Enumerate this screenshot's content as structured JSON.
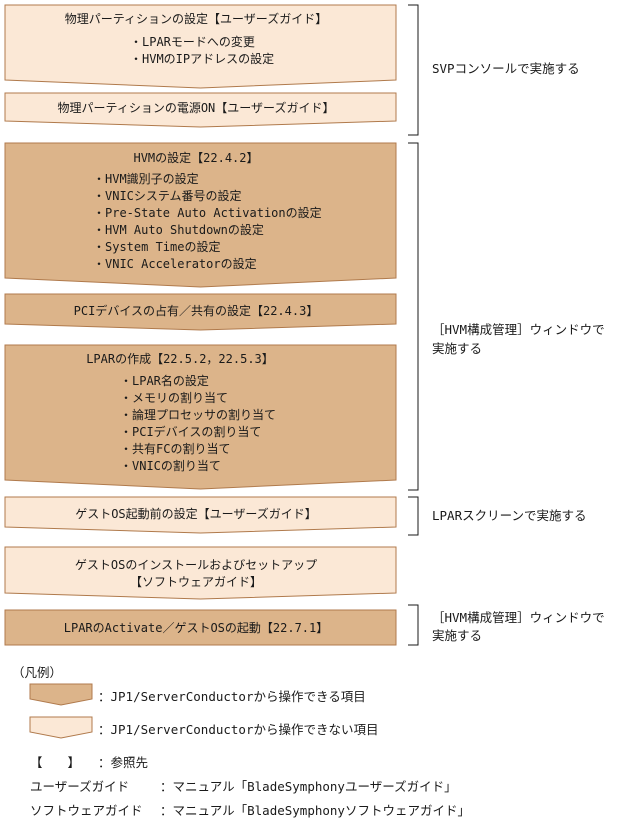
{
  "colors": {
    "dark_fill": "#dcb48a",
    "light_fill": "#fbe8d6",
    "stroke": "#b07a4c"
  },
  "steps": [
    {
      "lines": [
        "物理パーティションの設定【ユーザーズガイド】"
      ],
      "bullets": [
        "・LPARモードへの変更",
        "・HVMのIPアドレスの設定"
      ],
      "shade": "light"
    },
    {
      "lines": [
        "物理パーティションの電源ON【ユーザーズガイド】"
      ],
      "bullets": [],
      "shade": "light"
    },
    {
      "lines": [
        "HVMの設定【22.4.2】"
      ],
      "bullets": [
        "・HVM識別子の設定",
        "・VNICシステム番号の設定",
        "・Pre-State Auto Activationの設定",
        "・HVM Auto Shutdownの設定",
        "・System Timeの設定",
        "・VNIC Acceleratorの設定"
      ],
      "shade": "dark"
    },
    {
      "lines": [
        "PCIデバイスの占有／共有の設定【22.4.3】"
      ],
      "bullets": [],
      "shade": "dark"
    },
    {
      "lines": [
        "LPARの作成【22.5.2，22.5.3】"
      ],
      "bullets": [
        "・LPAR名の設定",
        "・メモリの割り当て",
        "・論理プロセッサの割り当て",
        "・PCIデバイスの割り当て",
        "・共有FCの割り当て",
        "・VNICの割り当て"
      ],
      "shade": "dark"
    },
    {
      "lines": [
        "ゲストOS起動前の設定【ユーザーズガイド】"
      ],
      "bullets": [],
      "shade": "light"
    },
    {
      "lines": [
        "ゲストOSのインストールおよびセットアップ",
        "【ソフトウェアガイド】"
      ],
      "bullets": [],
      "shade": "light"
    },
    {
      "lines": [
        "LPARのActivate／ゲストOSの起動【22.7.1】"
      ],
      "bullets": [],
      "shade": "dark"
    }
  ],
  "notes": [
    {
      "lines": [
        "SVPコンソールで実施する"
      ]
    },
    {
      "lines": [
        "［HVM構成管理］ウィンドウで",
        "実施する"
      ]
    },
    {
      "lines": [
        "LPARスクリーンで実施する"
      ]
    },
    {
      "lines": [
        "［HVM構成管理］ウィンドウで",
        "実施する"
      ]
    }
  ],
  "legend": {
    "title": "（凡例）",
    "dark_label": "：JP1/ServerConductorから操作できる項目",
    "light_label": "：JP1/ServerConductorから操作できない項目",
    "ref_symbol": "【　　】",
    "ref_label": "：参照先",
    "user_guide_term": "ユーザーズガイド",
    "user_guide_desc": "：マニュアル「BladeSymphonyユーザーズガイド」",
    "software_guide_term": "ソフトウェアガイド",
    "software_guide_desc": "：マニュアル「BladeSymphonyソフトウェアガイド」"
  }
}
